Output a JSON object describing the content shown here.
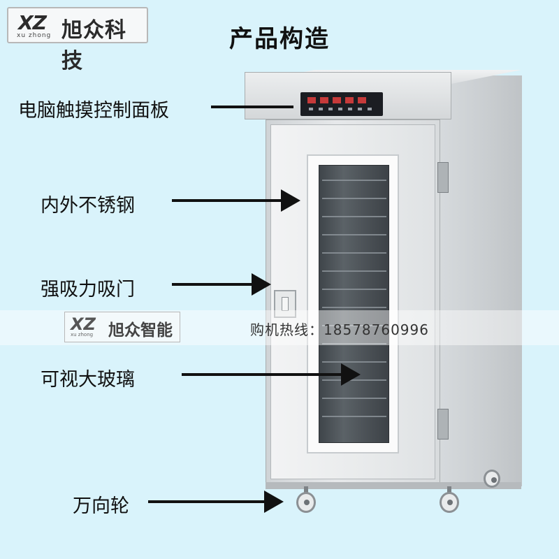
{
  "logo": {
    "mark": "XZ",
    "mark_sub": "xu zhong",
    "name": "旭众科技"
  },
  "title": "产品构造",
  "labels": {
    "panel": "电脑触摸控制面板",
    "steel": "内外不锈钢",
    "door": "强吸力吸门",
    "glass": "可视大玻璃",
    "wheel": "万向轮"
  },
  "watermark": {
    "mark": "XZ",
    "mark_sub": "xu zhong",
    "name": "旭众智能",
    "hotline": "购机热线：18578760996"
  },
  "colors": {
    "background": "#d9f3fb",
    "text": "#111111",
    "display": "#c63a3a"
  }
}
